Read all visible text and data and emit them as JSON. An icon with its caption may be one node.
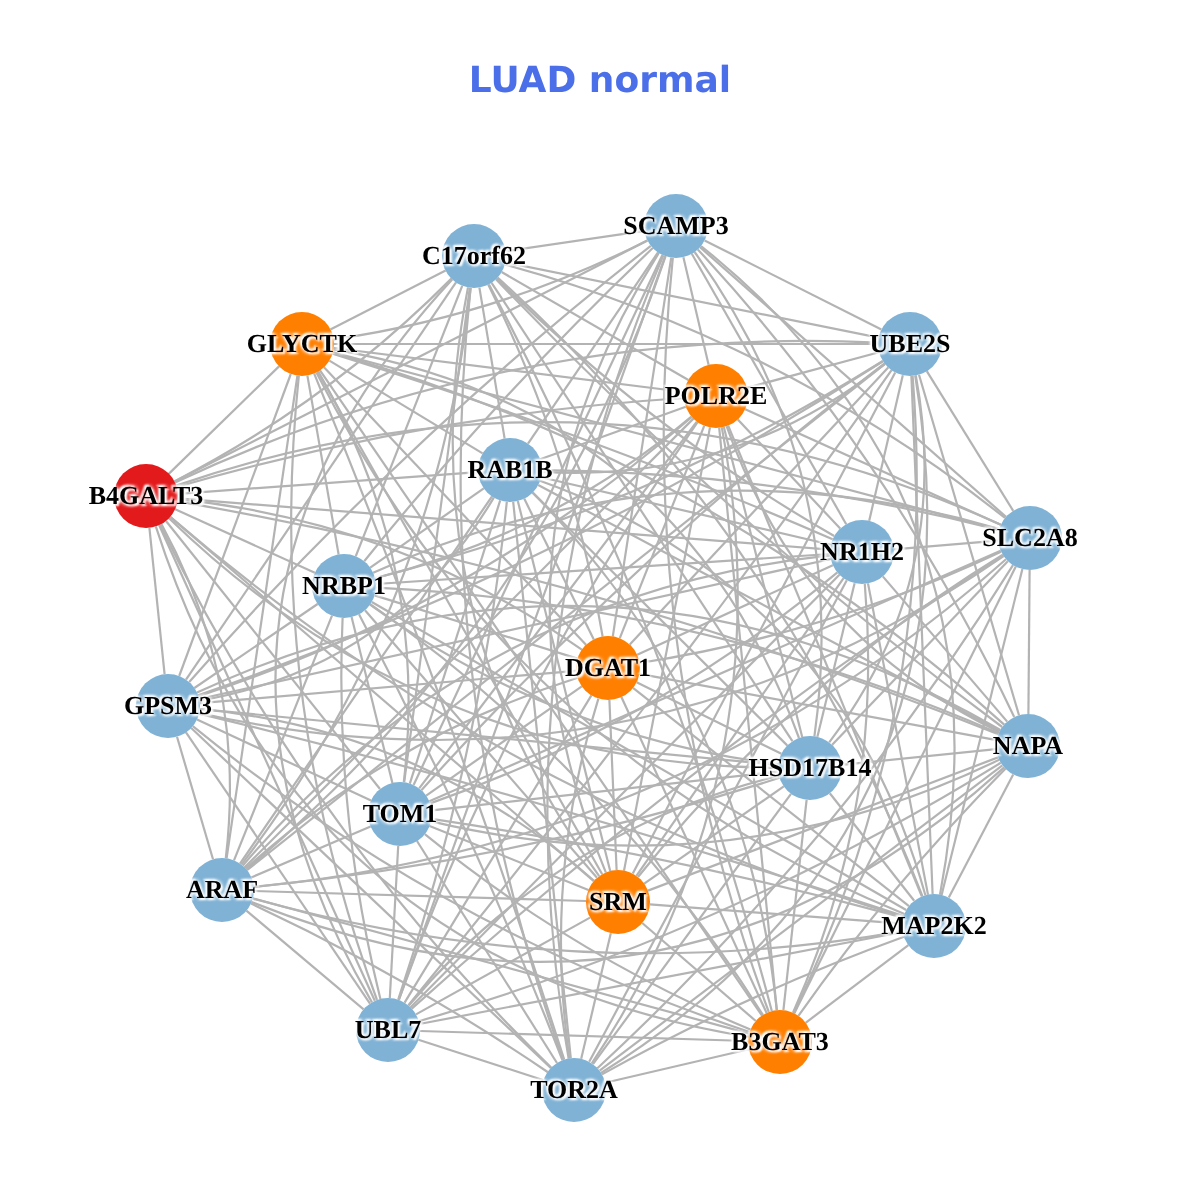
{
  "diagram": {
    "title": "LUAD normal",
    "nodes": [
      {
        "text": [
          "SCAMP3"
        ]
      },
      {
        "text": [
          "C17orf62"
        ]
      },
      {
        "text": [
          "UBE2S"
        ]
      },
      {
        "text": [
          "GLYCTK"
        ]
      },
      {
        "text": [
          "POLR2E"
        ]
      },
      {
        "text": [
          "RAB1B"
        ]
      },
      {
        "text": [
          "B4GALT3"
        ]
      },
      {
        "text": [
          "SLC2A8"
        ]
      },
      {
        "text": [
          "NR1H2"
        ]
      },
      {
        "text": [
          "NRBP1"
        ]
      },
      {
        "text": [
          "DGAT1"
        ]
      },
      {
        "text": [
          "GPSM3"
        ]
      },
      {
        "text": [
          "NAPA"
        ]
      },
      {
        "text": [
          "HSD17B14"
        ]
      },
      {
        "text": [
          "TOM1"
        ]
      },
      {
        "text": [
          "ARAF"
        ]
      },
      {
        "text": [
          "SRM"
        ]
      },
      {
        "text": [
          "MAP2K2"
        ]
      },
      {
        "text": [
          "UBL7"
        ]
      },
      {
        "text": [
          "B3GAT3"
        ]
      },
      {
        "text": [
          "TOR2A"
        ]
      }
    ],
    "edges": [
      {
        "from": 0,
        "to": 1,
        "arrow": "none"
      },
      {
        "from": 0,
        "to": 2,
        "arrow": "none"
      },
      {
        "from": 0,
        "to": 3,
        "arrow": "none"
      },
      {
        "from": 0,
        "to": 4,
        "arrow": "none"
      },
      {
        "from": 0,
        "to": 5,
        "arrow": "none"
      },
      {
        "from": 0,
        "to": 6,
        "arrow": "none"
      },
      {
        "from": 0,
        "to": 7,
        "arrow": "none"
      },
      {
        "from": 0,
        "to": 8,
        "arrow": "none"
      },
      {
        "from": 0,
        "to": 9,
        "arrow": "none"
      },
      {
        "from": 0,
        "to": 10,
        "arrow": "none"
      },
      {
        "from": 0,
        "to": 11,
        "arrow": "none"
      },
      {
        "from": 0,
        "to": 12,
        "arrow": "none"
      },
      {
        "from": 0,
        "to": 13,
        "arrow": "none"
      },
      {
        "from": 0,
        "to": 14,
        "arrow": "none"
      },
      {
        "from": 0,
        "to": 15,
        "arrow": "none"
      },
      {
        "from": 0,
        "to": 16,
        "arrow": "none"
      },
      {
        "from": 0,
        "to": 17,
        "arrow": "none"
      },
      {
        "from": 0,
        "to": 18,
        "arrow": "none"
      },
      {
        "from": 0,
        "to": 19,
        "arrow": "none"
      },
      {
        "from": 0,
        "to": 20,
        "arrow": "none"
      },
      {
        "from": 1,
        "to": 2,
        "arrow": "none"
      },
      {
        "from": 1,
        "to": 3,
        "arrow": "none"
      },
      {
        "from": 1,
        "to": 4,
        "arrow": "none"
      },
      {
        "from": 1,
        "to": 5,
        "arrow": "none"
      },
      {
        "from": 1,
        "to": 6,
        "arrow": "none"
      },
      {
        "from": 1,
        "to": 7,
        "arrow": "none"
      },
      {
        "from": 1,
        "to": 8,
        "arrow": "none"
      },
      {
        "from": 1,
        "to": 9,
        "arrow": "none"
      },
      {
        "from": 1,
        "to": 10,
        "arrow": "none"
      },
      {
        "from": 1,
        "to": 11,
        "arrow": "none"
      },
      {
        "from": 1,
        "to": 12,
        "arrow": "none"
      },
      {
        "from": 1,
        "to": 13,
        "arrow": "none"
      },
      {
        "from": 1,
        "to": 14,
        "arrow": "none"
      },
      {
        "from": 1,
        "to": 15,
        "arrow": "none"
      },
      {
        "from": 1,
        "to": 16,
        "arrow": "none"
      },
      {
        "from": 1,
        "to": 17,
        "arrow": "none"
      },
      {
        "from": 1,
        "to": 18,
        "arrow": "none"
      },
      {
        "from": 1,
        "to": 19,
        "arrow": "none"
      },
      {
        "from": 1,
        "to": 20,
        "arrow": "none"
      },
      {
        "from": 2,
        "to": 3,
        "arrow": "none"
      },
      {
        "from": 2,
        "to": 4,
        "arrow": "none"
      },
      {
        "from": 2,
        "to": 5,
        "arrow": "none"
      },
      {
        "from": 2,
        "to": 6,
        "arrow": "none"
      },
      {
        "from": 2,
        "to": 7,
        "arrow": "none"
      },
      {
        "from": 2,
        "to": 8,
        "arrow": "none"
      },
      {
        "from": 2,
        "to": 9,
        "arrow": "none"
      },
      {
        "from": 2,
        "to": 10,
        "arrow": "none"
      },
      {
        "from": 2,
        "to": 11,
        "arrow": "none"
      },
      {
        "from": 2,
        "to": 12,
        "arrow": "none"
      },
      {
        "from": 2,
        "to": 13,
        "arrow": "none"
      },
      {
        "from": 2,
        "to": 14,
        "arrow": "none"
      },
      {
        "from": 2,
        "to": 15,
        "arrow": "none"
      },
      {
        "from": 2,
        "to": 16,
        "arrow": "none"
      },
      {
        "from": 2,
        "to": 17,
        "arrow": "none"
      },
      {
        "from": 2,
        "to": 18,
        "arrow": "none"
      },
      {
        "from": 2,
        "to": 19,
        "arrow": "none"
      },
      {
        "from": 2,
        "to": 20,
        "arrow": "none"
      },
      {
        "from": 3,
        "to": 4,
        "arrow": "none"
      },
      {
        "from": 3,
        "to": 5,
        "arrow": "none"
      },
      {
        "from": 3,
        "to": 6,
        "arrow": "none"
      },
      {
        "from": 3,
        "to": 7,
        "arrow": "none"
      },
      {
        "from": 3,
        "to": 8,
        "arrow": "none"
      },
      {
        "from": 3,
        "to": 9,
        "arrow": "none"
      },
      {
        "from": 3,
        "to": 10,
        "arrow": "none"
      },
      {
        "from": 3,
        "to": 11,
        "arrow": "none"
      },
      {
        "from": 3,
        "to": 12,
        "arrow": "none"
      },
      {
        "from": 3,
        "to": 13,
        "arrow": "none"
      },
      {
        "from": 3,
        "to": 14,
        "arrow": "none"
      },
      {
        "from": 3,
        "to": 15,
        "arrow": "none"
      },
      {
        "from": 3,
        "to": 16,
        "arrow": "none"
      },
      {
        "from": 3,
        "to": 17,
        "arrow": "none"
      },
      {
        "from": 3,
        "to": 18,
        "arrow": "none"
      },
      {
        "from": 3,
        "to": 19,
        "arrow": "none"
      },
      {
        "from": 3,
        "to": 20,
        "arrow": "none"
      },
      {
        "from": 4,
        "to": 5,
        "arrow": "none"
      },
      {
        "from": 4,
        "to": 6,
        "arrow": "none"
      },
      {
        "from": 4,
        "to": 7,
        "arrow": "none"
      },
      {
        "from": 4,
        "to": 8,
        "arrow": "none"
      },
      {
        "from": 4,
        "to": 9,
        "arrow": "none"
      },
      {
        "from": 4,
        "to": 10,
        "arrow": "none"
      },
      {
        "from": 4,
        "to": 11,
        "arrow": "none"
      },
      {
        "from": 4,
        "to": 12,
        "arrow": "none"
      },
      {
        "from": 4,
        "to": 13,
        "arrow": "none"
      },
      {
        "from": 4,
        "to": 14,
        "arrow": "none"
      },
      {
        "from": 4,
        "to": 15,
        "arrow": "none"
      },
      {
        "from": 4,
        "to": 16,
        "arrow": "none"
      },
      {
        "from": 4,
        "to": 17,
        "arrow": "none"
      },
      {
        "from": 4,
        "to": 18,
        "arrow": "none"
      },
      {
        "from": 4,
        "to": 19,
        "arrow": "none"
      },
      {
        "from": 4,
        "to": 20,
        "arrow": "none"
      },
      {
        "from": 5,
        "to": 6,
        "arrow": "none"
      },
      {
        "from": 5,
        "to": 7,
        "arrow": "none"
      },
      {
        "from": 5,
        "to": 8,
        "arrow": "none"
      },
      {
        "from": 5,
        "to": 9,
        "arrow": "none"
      },
      {
        "from": 5,
        "to": 10,
        "arrow": "none"
      },
      {
        "from": 5,
        "to": 11,
        "arrow": "none"
      },
      {
        "from": 5,
        "to": 12,
        "arrow": "none"
      },
      {
        "from": 5,
        "to": 13,
        "arrow": "none"
      },
      {
        "from": 5,
        "to": 14,
        "arrow": "none"
      },
      {
        "from": 5,
        "to": 15,
        "arrow": "none"
      },
      {
        "from": 5,
        "to": 16,
        "arrow": "none"
      },
      {
        "from": 5,
        "to": 17,
        "arrow": "none"
      },
      {
        "from": 5,
        "to": 18,
        "arrow": "none"
      },
      {
        "from": 5,
        "to": 19,
        "arrow": "none"
      },
      {
        "from": 5,
        "to": 20,
        "arrow": "none"
      },
      {
        "from": 6,
        "to": 7,
        "arrow": "none"
      },
      {
        "from": 6,
        "to": 8,
        "arrow": "none"
      },
      {
        "from": 6,
        "to": 9,
        "arrow": "none"
      },
      {
        "from": 6,
        "to": 10,
        "arrow": "none"
      },
      {
        "from": 6,
        "to": 11,
        "arrow": "none"
      },
      {
        "from": 6,
        "to": 12,
        "arrow": "none"
      },
      {
        "from": 6,
        "to": 13,
        "arrow": "none"
      },
      {
        "from": 6,
        "to": 14,
        "arrow": "none"
      },
      {
        "from": 6,
        "to": 15,
        "arrow": "none"
      },
      {
        "from": 6,
        "to": 16,
        "arrow": "none"
      },
      {
        "from": 6,
        "to": 17,
        "arrow": "none"
      },
      {
        "from": 6,
        "to": 18,
        "arrow": "none"
      },
      {
        "from": 6,
        "to": 19,
        "arrow": "none"
      },
      {
        "from": 6,
        "to": 20,
        "arrow": "none"
      },
      {
        "from": 7,
        "to": 8,
        "arrow": "none"
      },
      {
        "from": 7,
        "to": 9,
        "arrow": "none"
      },
      {
        "from": 7,
        "to": 10,
        "arrow": "none"
      },
      {
        "from": 7,
        "to": 11,
        "arrow": "none"
      },
      {
        "from": 7,
        "to": 12,
        "arrow": "none"
      },
      {
        "from": 7,
        "to": 13,
        "arrow": "none"
      },
      {
        "from": 7,
        "to": 14,
        "arrow": "none"
      },
      {
        "from": 7,
        "to": 15,
        "arrow": "none"
      },
      {
        "from": 7,
        "to": 16,
        "arrow": "none"
      },
      {
        "from": 7,
        "to": 17,
        "arrow": "none"
      },
      {
        "from": 7,
        "to": 18,
        "arrow": "none"
      },
      {
        "from": 7,
        "to": 19,
        "arrow": "none"
      },
      {
        "from": 7,
        "to": 20,
        "arrow": "none"
      },
      {
        "from": 8,
        "to": 9,
        "arrow": "none"
      },
      {
        "from": 8,
        "to": 10,
        "arrow": "none"
      },
      {
        "from": 8,
        "to": 11,
        "arrow": "none"
      },
      {
        "from": 8,
        "to": 12,
        "arrow": "none"
      },
      {
        "from": 8,
        "to": 13,
        "arrow": "none"
      },
      {
        "from": 8,
        "to": 14,
        "arrow": "none"
      },
      {
        "from": 8,
        "to": 15,
        "arrow": "none"
      },
      {
        "from": 8,
        "to": 16,
        "arrow": "none"
      },
      {
        "from": 8,
        "to": 17,
        "arrow": "none"
      },
      {
        "from": 8,
        "to": 18,
        "arrow": "none"
      },
      {
        "from": 8,
        "to": 19,
        "arrow": "none"
      },
      {
        "from": 8,
        "to": 20,
        "arrow": "none"
      },
      {
        "from": 9,
        "to": 10,
        "arrow": "none"
      },
      {
        "from": 9,
        "to": 11,
        "arrow": "none"
      },
      {
        "from": 9,
        "to": 12,
        "arrow": "none"
      },
      {
        "from": 9,
        "to": 13,
        "arrow": "none"
      },
      {
        "from": 9,
        "to": 14,
        "arrow": "none"
      },
      {
        "from": 9,
        "to": 15,
        "arrow": "none"
      },
      {
        "from": 9,
        "to": 16,
        "arrow": "none"
      },
      {
        "from": 9,
        "to": 17,
        "arrow": "none"
      },
      {
        "from": 9,
        "to": 18,
        "arrow": "none"
      },
      {
        "from": 9,
        "to": 19,
        "arrow": "none"
      },
      {
        "from": 9,
        "to": 20,
        "arrow": "none"
      },
      {
        "from": 10,
        "to": 11,
        "arrow": "none"
      },
      {
        "from": 10,
        "to": 12,
        "arrow": "none"
      },
      {
        "from": 10,
        "to": 13,
        "arrow": "none"
      },
      {
        "from": 10,
        "to": 14,
        "arrow": "none"
      },
      {
        "from": 10,
        "to": 15,
        "arrow": "none"
      },
      {
        "from": 10,
        "to": 16,
        "arrow": "none"
      },
      {
        "from": 10,
        "to": 17,
        "arrow": "none"
      },
      {
        "from": 10,
        "to": 18,
        "arrow": "none"
      },
      {
        "from": 10,
        "to": 19,
        "arrow": "none"
      },
      {
        "from": 10,
        "to": 20,
        "arrow": "none"
      },
      {
        "from": 11,
        "to": 12,
        "arrow": "none"
      },
      {
        "from": 11,
        "to": 13,
        "arrow": "none"
      },
      {
        "from": 11,
        "to": 14,
        "arrow": "none"
      },
      {
        "from": 11,
        "to": 15,
        "arrow": "none"
      },
      {
        "from": 11,
        "to": 16,
        "arrow": "none"
      },
      {
        "from": 11,
        "to": 17,
        "arrow": "none"
      },
      {
        "from": 11,
        "to": 18,
        "arrow": "none"
      },
      {
        "from": 11,
        "to": 19,
        "arrow": "none"
      },
      {
        "from": 11,
        "to": 20,
        "arrow": "none"
      },
      {
        "from": 12,
        "to": 13,
        "arrow": "none"
      },
      {
        "from": 12,
        "to": 14,
        "arrow": "none"
      },
      {
        "from": 12,
        "to": 15,
        "arrow": "none"
      },
      {
        "from": 12,
        "to": 16,
        "arrow": "none"
      },
      {
        "from": 12,
        "to": 17,
        "arrow": "none"
      },
      {
        "from": 12,
        "to": 18,
        "arrow": "none"
      },
      {
        "from": 12,
        "to": 19,
        "arrow": "none"
      },
      {
        "from": 12,
        "to": 20,
        "arrow": "none"
      },
      {
        "from": 13,
        "to": 14,
        "arrow": "none"
      },
      {
        "from": 13,
        "to": 15,
        "arrow": "none"
      },
      {
        "from": 13,
        "to": 16,
        "arrow": "none"
      },
      {
        "from": 13,
        "to": 17,
        "arrow": "none"
      },
      {
        "from": 13,
        "to": 18,
        "arrow": "none"
      },
      {
        "from": 13,
        "to": 19,
        "arrow": "none"
      },
      {
        "from": 13,
        "to": 20,
        "arrow": "none"
      },
      {
        "from": 14,
        "to": 15,
        "arrow": "none"
      },
      {
        "from": 14,
        "to": 16,
        "arrow": "none"
      },
      {
        "from": 14,
        "to": 17,
        "arrow": "none"
      },
      {
        "from": 14,
        "to": 18,
        "arrow": "none"
      },
      {
        "from": 14,
        "to": 19,
        "arrow": "none"
      },
      {
        "from": 14,
        "to": 20,
        "arrow": "none"
      },
      {
        "from": 15,
        "to": 16,
        "arrow": "none"
      },
      {
        "from": 15,
        "to": 17,
        "arrow": "none"
      },
      {
        "from": 15,
        "to": 18,
        "arrow": "none"
      },
      {
        "from": 15,
        "to": 19,
        "arrow": "none"
      },
      {
        "from": 15,
        "to": 20,
        "arrow": "none"
      },
      {
        "from": 16,
        "to": 17,
        "arrow": "none"
      },
      {
        "from": 16,
        "to": 18,
        "arrow": "none"
      },
      {
        "from": 16,
        "to": 19,
        "arrow": "none"
      },
      {
        "from": 16,
        "to": 20,
        "arrow": "none"
      },
      {
        "from": 17,
        "to": 18,
        "arrow": "none"
      },
      {
        "from": 17,
        "to": 19,
        "arrow": "none"
      },
      {
        "from": 17,
        "to": 20,
        "arrow": "none"
      },
      {
        "from": 18,
        "to": 19,
        "arrow": "none"
      },
      {
        "from": 18,
        "to": 20,
        "arrow": "none"
      },
      {
        "from": 19,
        "to": 20,
        "arrow": "none"
      }
    ]
  }
}
